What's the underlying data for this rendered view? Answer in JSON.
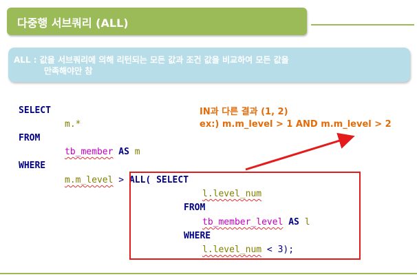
{
  "title": "다중행 서브쿼리 (ALL)",
  "info": {
    "line1": "ALL : 값을 서브쿼리에 의해 리턴되는 모든 값과 조건 값을 비교하여 모든 값을",
    "line2": "만족해야만 참"
  },
  "annotation": {
    "line1": "IN과 다른 결과 (1, 2)",
    "line2": "ex:) m.m_level > 1 AND m.m_level > 2"
  },
  "code": {
    "select": "SELECT",
    "star": "m.*",
    "from": "FROM",
    "table": "tb_member",
    "as": "AS",
    "alias": "m",
    "where": "WHERE",
    "col": "m.m_level",
    "gt": ">",
    "all": "ALL(",
    "sub_select": "SELECT",
    "sub_col": "l.level_num",
    "sub_from": "FROM",
    "sub_table": "tb_member_level",
    "sub_as": "AS",
    "sub_alias": "l",
    "sub_where": "WHERE",
    "sub_cond_col": "l.level_num",
    "sub_cond_op": "<",
    "sub_cond_val": "3",
    "sub_end": ");"
  },
  "colors": {
    "title_bg": "#9bbb59",
    "info_bg": "#b7dde8",
    "annotation": "#e36c09",
    "highlight": "#e41b1b"
  }
}
